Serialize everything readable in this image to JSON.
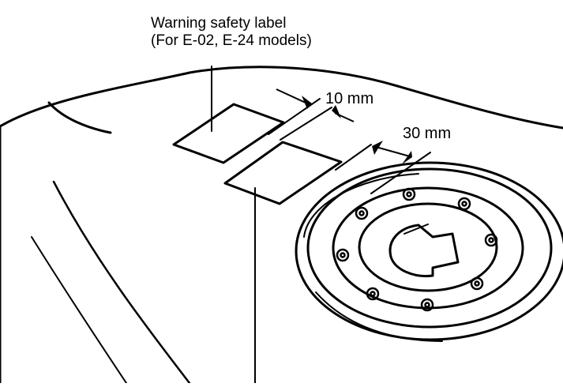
{
  "callout": {
    "line1": "Warning safety label",
    "line2": "(For E-02, E-24 models)"
  },
  "dimensions": {
    "gap": "10 mm",
    "offset": "30 mm"
  }
}
